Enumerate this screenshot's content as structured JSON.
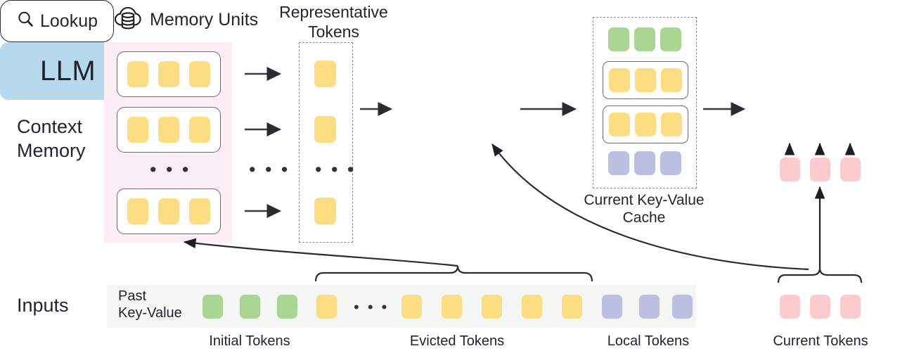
{
  "diagram": {
    "title": "Context Memory LLM Key-Value Cache Architecture",
    "labels": {
      "context_memory": "Context\nMemory",
      "inputs": "Inputs",
      "memory_units": "Memory Units",
      "representative_tokens": "Representative\nTokens",
      "lookup": "Lookup",
      "current_kv_cache": "Current Key-Value\nCache",
      "llm": "LLM",
      "past_key_value": "Past\nKey-Value",
      "initial_tokens": "Initial Tokens",
      "evicted_tokens": "Evicted Tokens",
      "local_tokens": "Local Tokens",
      "current_tokens": "Current Tokens",
      "ellipsis": "• • •"
    },
    "icons": {
      "memory_units": "cloud-database-icon",
      "lookup": "magnifier-icon"
    },
    "colors": {
      "yellow_token": "#fcdd82",
      "green_token": "#a9d793",
      "purple_token": "#bcbee2",
      "pink_token": "#fccbcd",
      "llm_fill": "#b6d9ee",
      "context_panel": "#fbeef5",
      "inputs_strip": "#f4f6f4",
      "stroke": "#2b2b30",
      "dashed_stroke": "#8d8d93"
    },
    "context_memory": {
      "memory_units": [
        {
          "tokens": [
            "yellow",
            "yellow",
            "yellow"
          ]
        },
        {
          "tokens": [
            "yellow",
            "yellow",
            "yellow"
          ]
        },
        {
          "tokens": [
            "yellow",
            "yellow",
            "yellow"
          ]
        }
      ],
      "unit_count_shown": 3,
      "has_vertical_ellipsis": true
    },
    "representative_tokens": {
      "tokens": [
        "yellow",
        "yellow",
        "yellow"
      ],
      "has_vertical_ellipsis": true
    },
    "current_kv_cache": {
      "rows": [
        {
          "boxed": false,
          "tokens": [
            "green",
            "green",
            "green"
          ]
        },
        {
          "boxed": true,
          "tokens": [
            "yellow",
            "yellow",
            "yellow"
          ]
        },
        {
          "boxed": true,
          "tokens": [
            "yellow",
            "yellow",
            "yellow"
          ]
        },
        {
          "boxed": false,
          "tokens": [
            "purple",
            "purple",
            "purple"
          ]
        }
      ]
    },
    "llm_input_tokens": [
      "pink",
      "pink",
      "pink"
    ],
    "inputs_sequence": {
      "groups": [
        {
          "name": "initial",
          "color": "green",
          "count": 3,
          "ellipsis_after": false
        },
        {
          "name": "evicted_head",
          "color": "yellow",
          "count": 1,
          "ellipsis_after": true
        },
        {
          "name": "evicted_tail",
          "color": "yellow",
          "count": 5,
          "ellipsis_after": false
        },
        {
          "name": "local",
          "color": "purple",
          "count": 3,
          "ellipsis_after": false
        }
      ],
      "current_tokens": {
        "color": "pink",
        "count": 3
      }
    },
    "arrows": [
      {
        "from": "memory-unit-1",
        "to": "representative-token-1",
        "type": "straight"
      },
      {
        "from": "memory-unit-2",
        "to": "representative-token-2",
        "type": "straight"
      },
      {
        "from": "memory-unit-3",
        "to": "representative-token-3",
        "type": "straight"
      },
      {
        "from": "representative-tokens",
        "to": "lookup",
        "type": "straight"
      },
      {
        "from": "lookup",
        "to": "current-kv-cache",
        "type": "straight"
      },
      {
        "from": "current-kv-cache",
        "to": "llm",
        "type": "straight"
      },
      {
        "from": "evicted-tokens-brace",
        "to": "context-memory",
        "type": "curved"
      },
      {
        "from": "current-tokens-brace",
        "to": "lookup",
        "type": "curved"
      },
      {
        "from": "current-tokens-brace",
        "to": "llm-input-tokens",
        "type": "straight-up"
      },
      {
        "from": "llm-input-token-1",
        "to": "llm",
        "type": "straight-up"
      },
      {
        "from": "llm-input-token-2",
        "to": "llm",
        "type": "straight-up"
      },
      {
        "from": "llm-input-token-3",
        "to": "llm",
        "type": "straight-up"
      }
    ]
  }
}
